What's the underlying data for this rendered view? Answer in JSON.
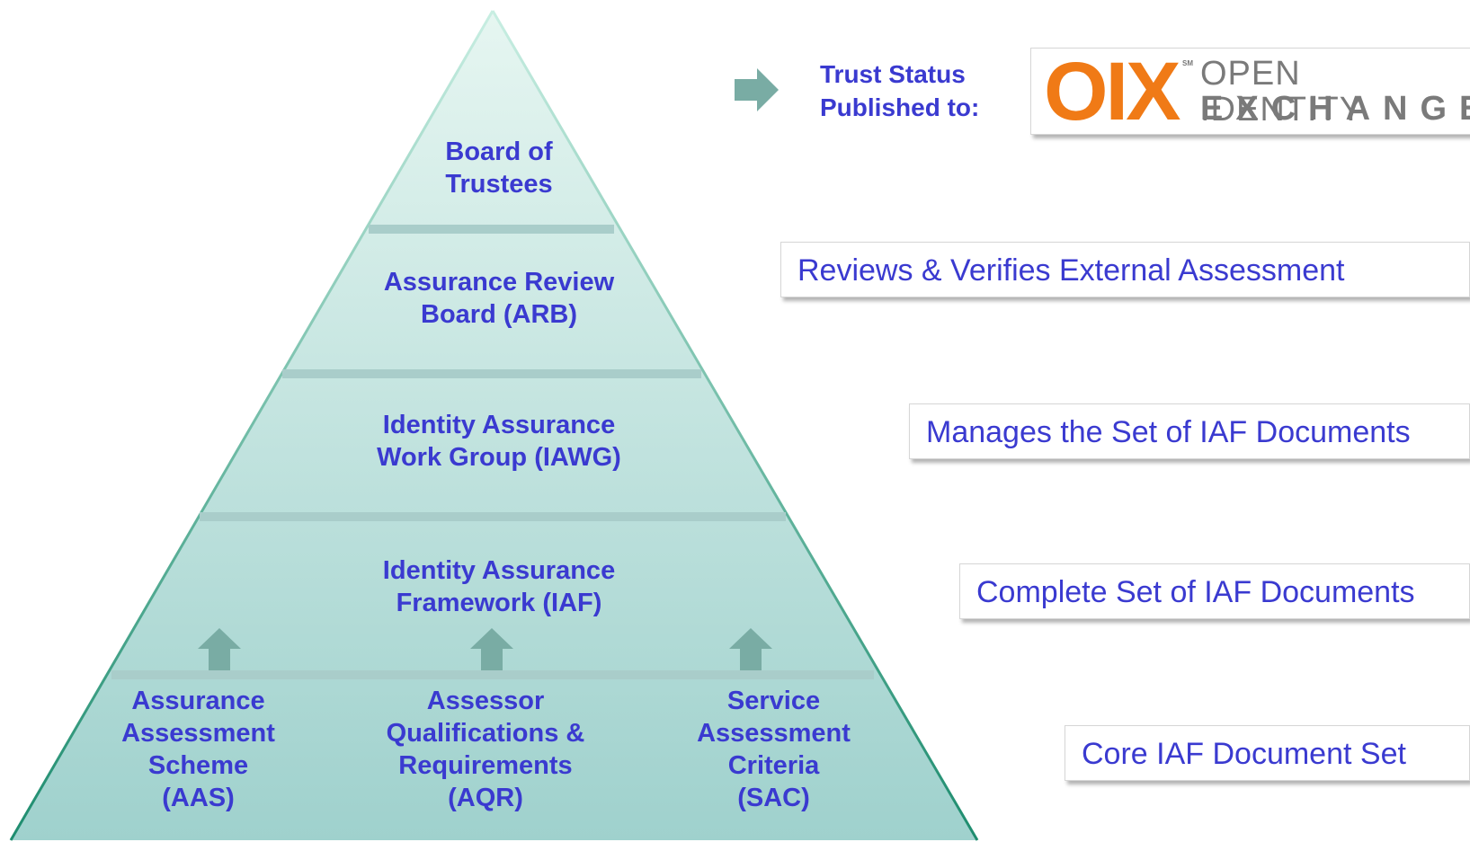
{
  "pyramid": {
    "tiers": [
      {
        "id": "board",
        "line1": "Board of",
        "line2": "Trustees"
      },
      {
        "id": "arb",
        "line1": "Assurance Review",
        "line2": "Board (ARB)"
      },
      {
        "id": "iawg",
        "line1": "Identity Assurance",
        "line2": "Work Group (IAWG)"
      },
      {
        "id": "iaf",
        "line1": "Identity Assurance",
        "line2": "Framework (IAF)"
      }
    ],
    "base_docs": [
      {
        "id": "aas",
        "lines": [
          "Assurance",
          "Assessment",
          "Scheme",
          "(AAS)"
        ]
      },
      {
        "id": "aqr",
        "lines": [
          "Assessor",
          "Qualifications &",
          "Requirements",
          "(AQR)"
        ]
      },
      {
        "id": "sac",
        "lines": [
          "Service",
          "Assessment",
          "Criteria",
          "(SAC)"
        ]
      }
    ]
  },
  "trust": {
    "line1": "Trust Status",
    "line2": "Published to:",
    "logo": {
      "mark": "OIX",
      "sm": "SM",
      "line1": "OPEN IDENTITY",
      "line2": "EXCHANGE"
    }
  },
  "descriptions": [
    {
      "id": "arb",
      "text": "Reviews & Verifies External Assessment"
    },
    {
      "id": "iawg",
      "text": "Manages the Set of IAF Documents"
    },
    {
      "id": "iaf",
      "text": "Complete Set of IAF Documents"
    },
    {
      "id": "core",
      "text": "Core IAF Document Set"
    }
  ],
  "colors": {
    "text": "#3a3ad0",
    "pyramid_top": "#e6f6f1",
    "pyramid_bottom": "#9fd1cd",
    "pyramid_edge": "#1d8c6e",
    "divider": "#a9cdca",
    "arrow": "#79aca4",
    "logo_orange": "#f07a16",
    "logo_gray": "#7a7a7a"
  }
}
